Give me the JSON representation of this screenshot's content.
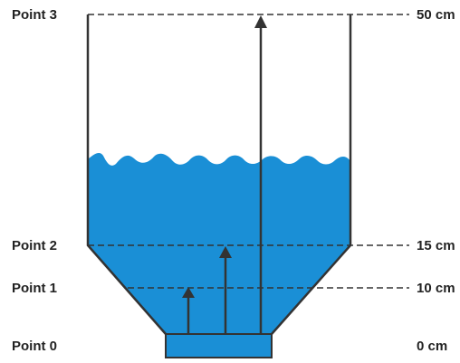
{
  "colors": {
    "liquid": "#1a8fd6",
    "outline": "#333333",
    "dashed_line": "#333333",
    "arrow": "#333333",
    "label_text": "#222222"
  },
  "points": [
    {
      "name": "Point 0",
      "height_label": "0 cm",
      "height_cm": 0
    },
    {
      "name": "Point 1",
      "height_label": "10 cm",
      "height_cm": 10
    },
    {
      "name": "Point 2",
      "height_label": "15 cm",
      "height_cm": 15
    },
    {
      "name": "Point 3",
      "height_label": "50 cm",
      "height_cm": 50
    }
  ],
  "arrows": [
    {
      "from": "Point 0",
      "to": "Point 1"
    },
    {
      "from": "Point 0",
      "to": "Point 2"
    },
    {
      "from": "Point 0",
      "to": "Point 3"
    }
  ]
}
